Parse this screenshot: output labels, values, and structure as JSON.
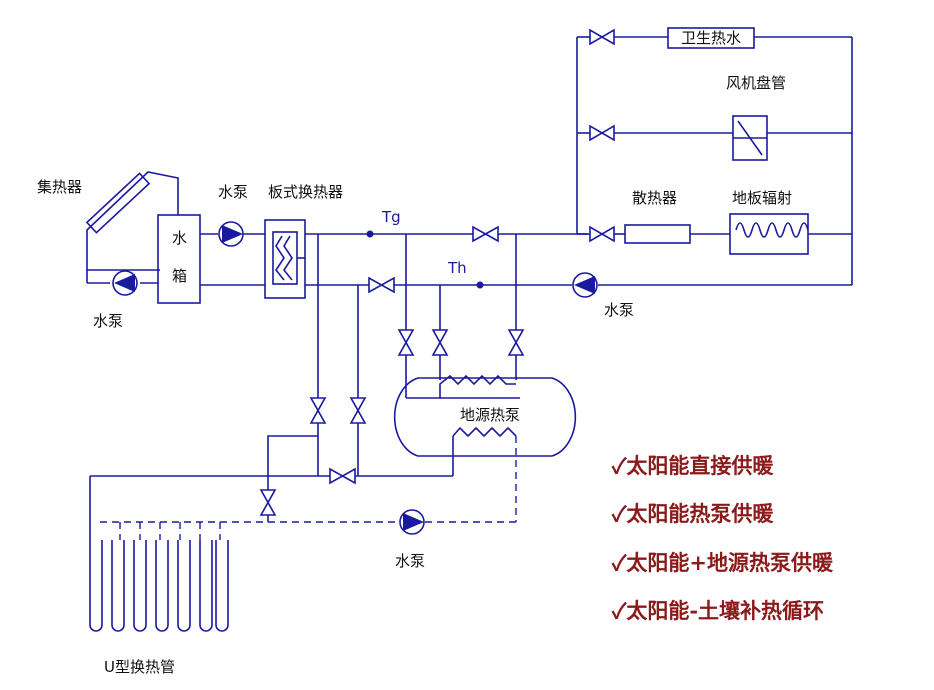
{
  "labels": {
    "collector": "集热器",
    "water_tank": "水\n箱",
    "tank_top": "水",
    "tank_bottom": "箱",
    "pump": "水泵",
    "plate_hx": "板式换热器",
    "sanitary_hot_water": "卫生热水",
    "fan_coil": "风机盘管",
    "radiator": "散热器",
    "floor_radiant": "地板辐射",
    "ground_source_heat_pump": "地源热泵",
    "u_tube_hx": "U型换热管",
    "tg": "Tg",
    "th": "Th"
  },
  "modes": [
    "✓太阳能直接供暖",
    "✓太阳能热泵供暖",
    "✓太阳能+地源热泵供暖",
    "✓太阳能-土壤补热循环"
  ],
  "colors": {
    "pipe": "#1a1aa0",
    "mode_text": "#8b1a1a"
  }
}
